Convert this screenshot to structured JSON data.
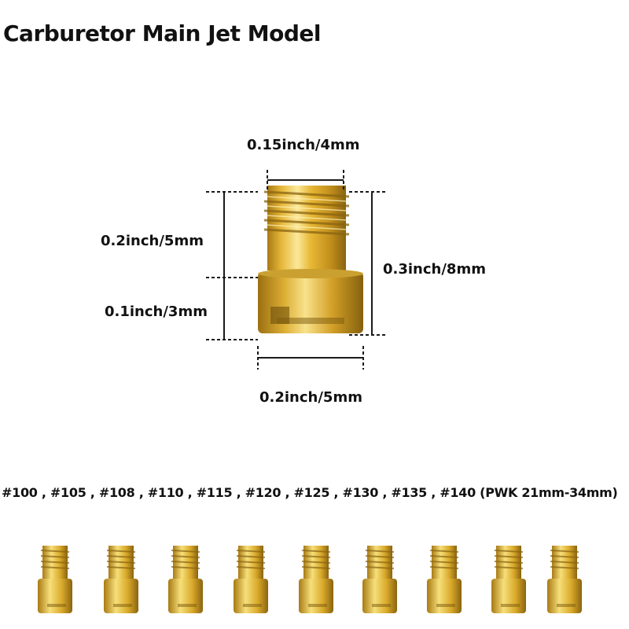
{
  "title": "Carburetor Main Jet Model",
  "dimensions": {
    "top_width": "0.15inch/4mm",
    "thread_height": "0.2inch/5mm",
    "head_height": "0.1inch/3mm",
    "total_height": "0.3inch/8mm",
    "bottom_width": "0.2inch/5mm"
  },
  "sizes_text": "#100 , #105 , #108 , #110 , #115 , #120 , #125 , #130 , #135 , #140 (PWK 21mm-34mm)",
  "colors": {
    "brass_light": "#f6df7a",
    "brass_mid": "#d9a92a",
    "brass_dark": "#8a6410",
    "dim_line": "#1a1a1a"
  },
  "jet_count": 9
}
